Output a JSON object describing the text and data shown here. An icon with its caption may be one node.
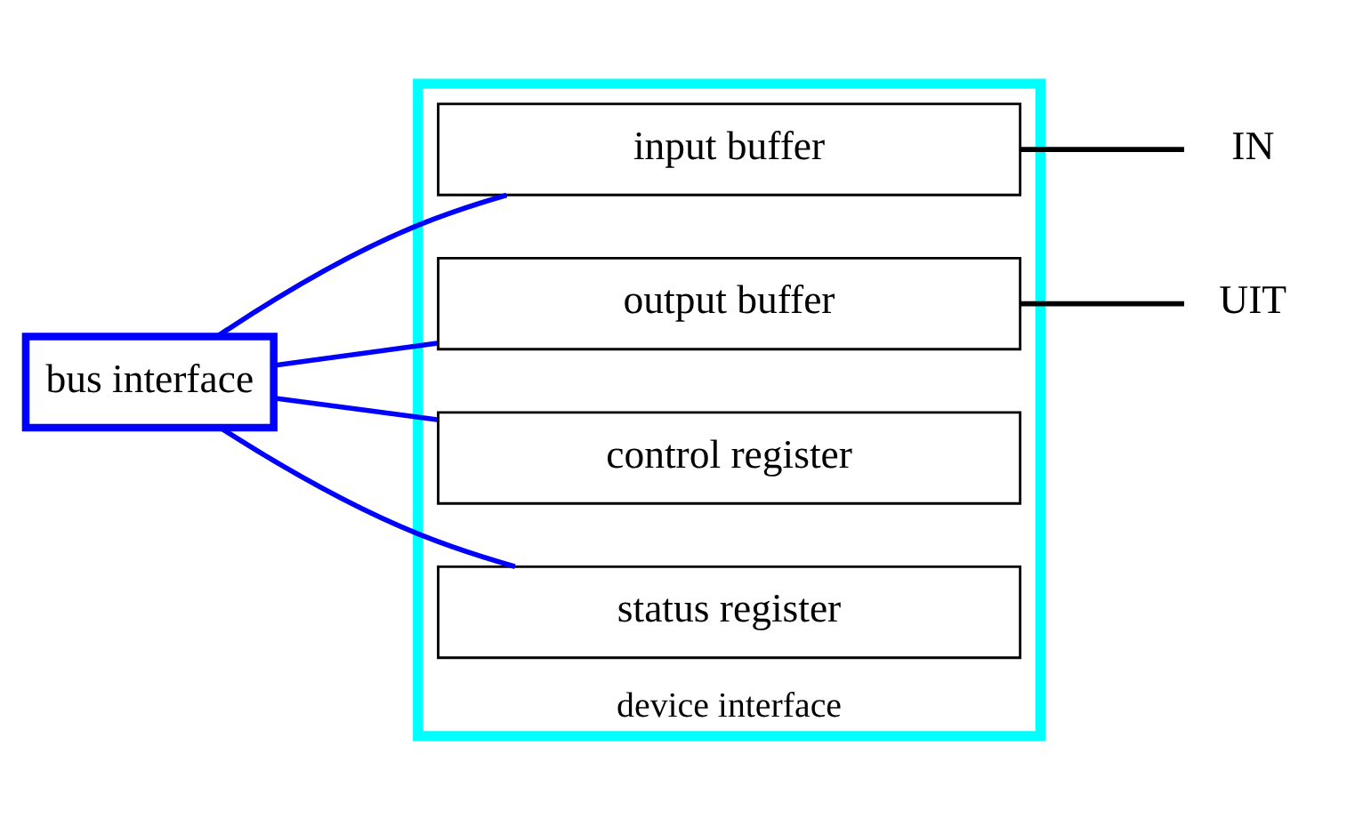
{
  "diagram": {
    "nodes": [
      {
        "text": [
          "bus interface"
        ]
      },
      {
        "text": [
          "device interface"
        ]
      },
      {
        "text": [
          "input buffer"
        ],
        "in": 1
      },
      {
        "text": [
          "output buffer"
        ],
        "in": 1
      },
      {
        "text": [
          "control register"
        ],
        "in": 1
      },
      {
        "text": [
          "status register"
        ],
        "in": 1
      },
      {
        "text": [
          "IN"
        ]
      },
      {
        "text": [
          "UIT"
        ]
      }
    ],
    "edges": [
      {
        "from": 0,
        "to": 2,
        "arrow": "none",
        "color": "#0000ff"
      },
      {
        "from": 0,
        "to": 3,
        "arrow": "none",
        "color": "#0000ff"
      },
      {
        "from": 0,
        "to": 4,
        "arrow": "none",
        "color": "#0000ff"
      },
      {
        "from": 0,
        "to": 5,
        "arrow": "none",
        "color": "#0000ff"
      },
      {
        "from": 2,
        "to": 6,
        "arrow": "none",
        "color": "#000000"
      },
      {
        "from": 3,
        "to": 7,
        "arrow": "none",
        "color": "#000000"
      }
    ]
  }
}
